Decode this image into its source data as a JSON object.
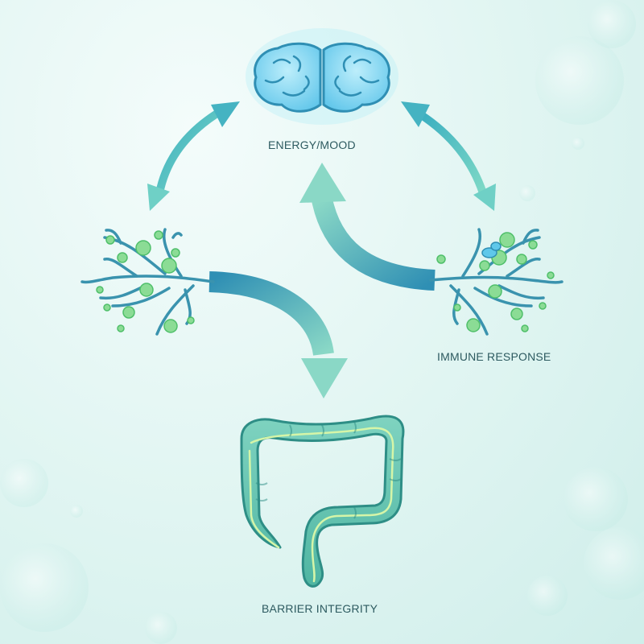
{
  "labels": {
    "energy_mood": "ENERGY/MOOD",
    "immune_response": "IMMUNE RESPONSE",
    "barrier_integrity": "BARRIER INTEGRITY"
  },
  "nodes": [
    {
      "id": "brain",
      "icon": "brain-icon"
    },
    {
      "id": "nerves-left",
      "icon": "nerve-branches-icon"
    },
    {
      "id": "nerves-right",
      "icon": "nerve-branches-icon"
    },
    {
      "id": "intestine",
      "icon": "intestine-icon"
    }
  ],
  "colors": {
    "arrow_teal": "#5cc6bd",
    "brain_blue": "#5fc8ea",
    "nerve_blue": "#3a93ae",
    "bacteria_green": "#7fd88c",
    "intestine_teal": "#63c3ad",
    "label_text": "#2d5a60"
  }
}
